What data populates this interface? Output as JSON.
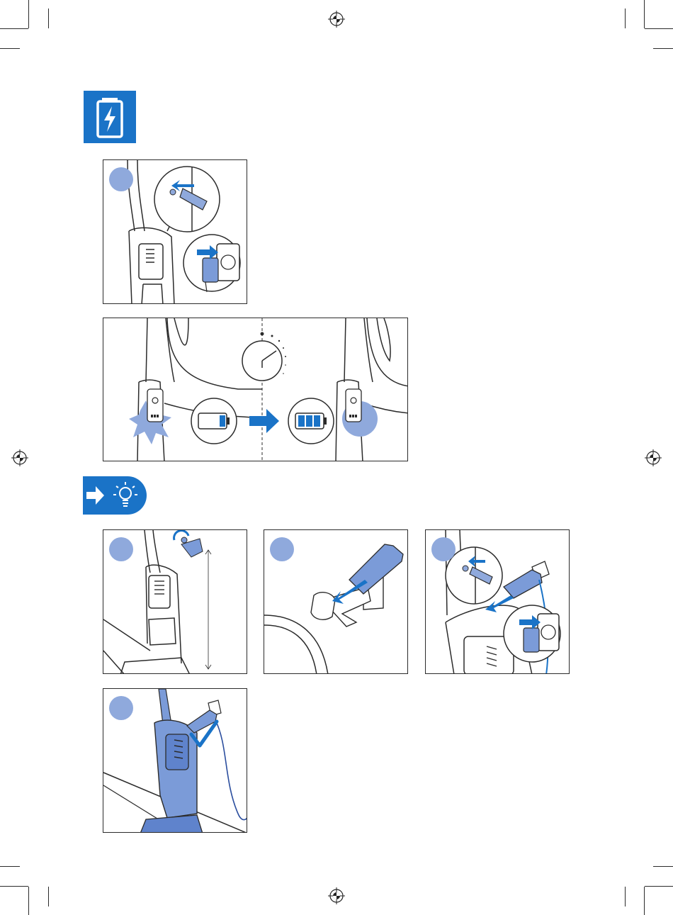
{
  "colors": {
    "brand_blue": "#1a73c7",
    "step_circle": "#8fa9dc",
    "line": "#2b2b2b",
    "highlight_blue": "#7b9bd8"
  },
  "sections": {
    "charging": {
      "icon": "battery-charging-icon"
    },
    "tip": {
      "icons": [
        "arrow-right-icon",
        "lightbulb-icon"
      ]
    }
  },
  "panels": [
    {
      "id": "charge-connect",
      "shows": "plug-adapter-into-appliance-and-wall-socket"
    },
    {
      "id": "charge-indicator",
      "shows": "battery-indicator-flashing-then-full",
      "icons": [
        "clock-icon",
        "battery-low-icon",
        "arrow-right-icon",
        "battery-full-icon"
      ]
    },
    {
      "id": "mount-wall-bracket",
      "shows": "screw-bracket-to-wall"
    },
    {
      "id": "insert-plug-bracket",
      "shows": "put-plug-into-bracket"
    },
    {
      "id": "connect-adapter",
      "shows": "plug-adapter-into-appliance-and-wall-socket"
    },
    {
      "id": "docked-appliance",
      "shows": "appliance-on-wall-bracket",
      "icons": [
        "check-icon"
      ]
    }
  ]
}
